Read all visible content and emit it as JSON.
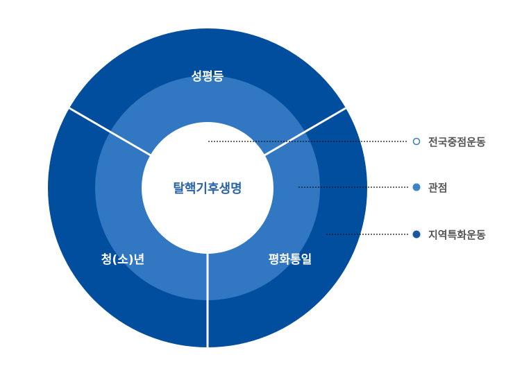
{
  "center": {
    "label": "탈핵기후생명"
  },
  "segments": [
    {
      "label": "성평등"
    },
    {
      "label": "평화통일"
    },
    {
      "label": "청(소)년"
    }
  ],
  "legend": [
    {
      "label": "전국중점운동",
      "marker": "open-circle",
      "color": "#3a7cc4"
    },
    {
      "label": "관점",
      "marker": "filled-circle",
      "color": "#3f83c8"
    },
    {
      "label": "지역특화운동",
      "marker": "filled-circle",
      "color": "#1b58a0"
    }
  ],
  "colors": {
    "outer_ring": "#024e9e",
    "middle_ring": "#3177c1",
    "center": "#ffffff",
    "center_text": "#2a64a8",
    "legend_text": "#555555"
  }
}
